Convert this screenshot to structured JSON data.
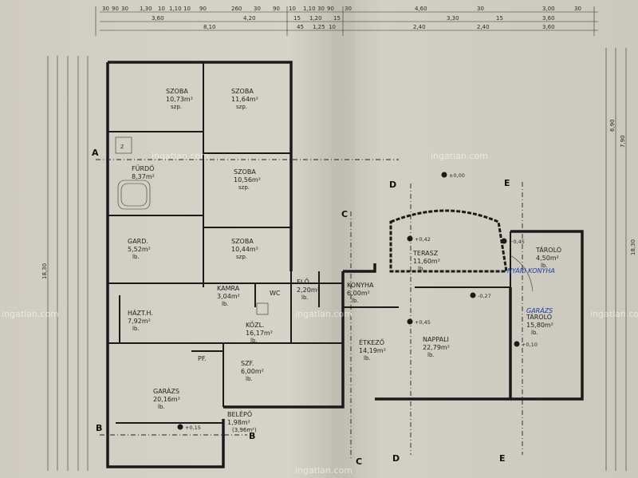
{
  "watermark": "ingatlan.com",
  "top_dims": {
    "row1": [
      "30",
      "90",
      "30",
      "1,30",
      "10",
      "1,10",
      "10",
      "90",
      "260",
      "30",
      "90",
      "10",
      "1,10",
      "30",
      "90",
      "30",
      "4,60",
      "30",
      "3,00",
      "30"
    ],
    "row2": [
      "3,60",
      "4,20",
      "15",
      "1,20",
      "15",
      "3,30",
      "15",
      "3,60"
    ],
    "row3": [
      "8,10",
      "45",
      "1,25",
      "10",
      "2,40",
      "2,40",
      "3,60"
    ]
  },
  "section_marks": [
    "A",
    "A",
    "B",
    "B",
    "C",
    "C",
    "D",
    "D",
    "E",
    "E"
  ],
  "rooms": [
    {
      "name": "SZOBA",
      "area": "10,73m²",
      "type": "szp."
    },
    {
      "name": "SZOBA",
      "area": "11,64m²",
      "type": "szp."
    },
    {
      "name": "FÜRDŐ",
      "area": "8,37m²",
      "type": ""
    },
    {
      "name": "SZOBA",
      "area": "10,56m²",
      "type": "szp."
    },
    {
      "name": "GARD.",
      "area": "5,52m²",
      "type": "lb."
    },
    {
      "name": "SZOBA",
      "area": "10,44m²",
      "type": "szp."
    },
    {
      "name": "KAMRA",
      "area": "3,04m²",
      "type": "lb."
    },
    {
      "name": "WC",
      "area": "",
      "type": ""
    },
    {
      "name": "ELŐ.",
      "area": "2,20m²",
      "type": "lb."
    },
    {
      "name": "HÁZT.H.",
      "area": "7,92m²",
      "type": "lb."
    },
    {
      "name": "KÖZL.",
      "area": "16,17m²",
      "type": "lb."
    },
    {
      "name": "KONYHA",
      "area": "6,00m²",
      "type": "lb."
    },
    {
      "name": "TERASZ",
      "area": "11,60m²",
      "type": "lb."
    },
    {
      "name": "TÁROLÓ",
      "area": "4,50m²",
      "type": "lb."
    },
    {
      "name": "ÉTKEZŐ",
      "area": "14,19m²",
      "type": "lb."
    },
    {
      "name": "NAPPALI",
      "area": "22,79m²",
      "type": "lb."
    },
    {
      "name": "TÁROLÓ",
      "area": "15,80m²",
      "type": "lb."
    },
    {
      "name": "PF.",
      "area": "",
      "type": ""
    },
    {
      "name": "SZF.",
      "area": "6,00m²",
      "type": "lb."
    },
    {
      "name": "GARÁZS",
      "area": "20,16m²",
      "type": "lb."
    },
    {
      "name": "BELÉPŐ",
      "area": "1,98m²",
      "type": "(3,96m²)"
    }
  ],
  "levels": [
    "±0,00",
    "+0,42",
    "+0,45",
    "+0,45",
    "+0,10",
    "+0,15",
    "-0,27"
  ],
  "handwritten": [
    "NYÁRI KONYHA",
    "GARÁZS"
  ],
  "z_label": "Z",
  "left_dims_outer": [
    "18,30"
  ],
  "right_dims_outer": [
    "6,90",
    "7,90",
    "18,30"
  ]
}
